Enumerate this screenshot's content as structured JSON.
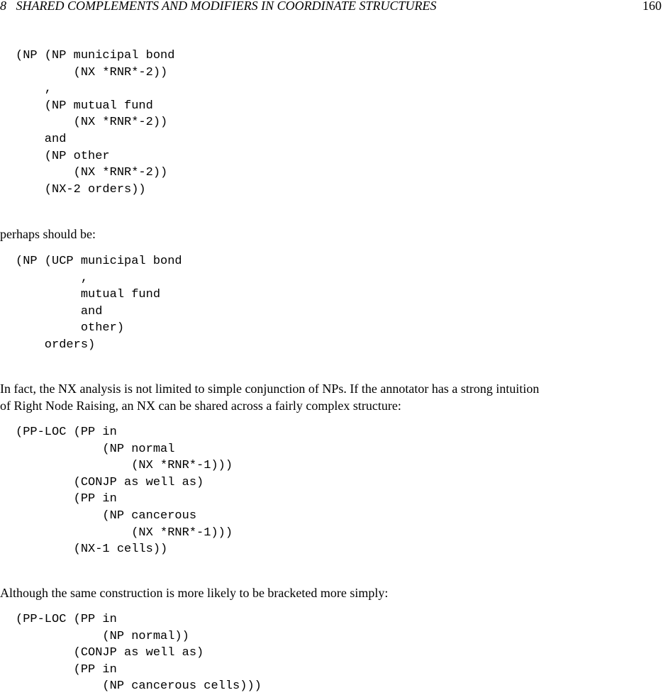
{
  "header": {
    "chapter_title": "8   SHARED COMPLEMENTS AND MODIFIERS IN COORDINATE STRUCTURES",
    "page_number": "160"
  },
  "blocks": {
    "example1": "(NP (NP municipal bond\n        (NX *RNR*-2))\n    ,\n    (NP mutual fund\n        (NX *RNR*-2))\n    and\n    (NP other\n        (NX *RNR*-2))\n    (NX-2 orders))",
    "para1": "perhaps should be:",
    "example2": "(NP (UCP municipal bond\n         ,\n         mutual fund\n         and\n         other)\n    orders)",
    "para2_line1": "In fact, the NX analysis is not limited to simple conjunction of NPs. If the annotator has a strong intuition",
    "para2_line2": "of Right Node Raising, an NX can be shared across a fairly complex structure:",
    "example3": "(PP-LOC (PP in\n            (NP normal\n                (NX *RNR*-1)))\n        (CONJP as well as)\n        (PP in\n            (NP cancerous\n                (NX *RNR*-1)))\n        (NX-1 cells))",
    "para3": "Although the same construction is more likely to be bracketed more simply:",
    "example4": "(PP-LOC (PP in\n            (NP normal))\n        (CONJP as well as)\n        (PP in\n            (NP cancerous cells)))"
  }
}
